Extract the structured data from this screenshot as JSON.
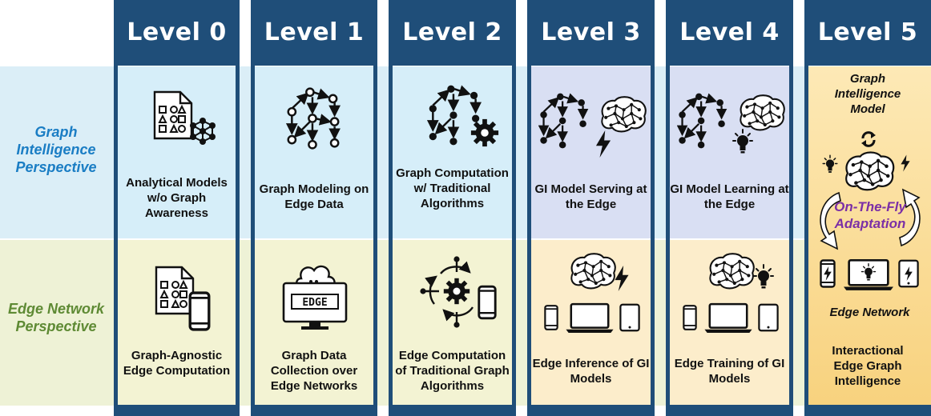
{
  "levels": [
    {
      "title": "Level 0",
      "top_label": "Analytical Models w/o Graph Awareness",
      "bottom_label": "Graph-Agnostic Edge Computation"
    },
    {
      "title": "Level 1",
      "top_label": "Graph Modeling on Edge Data",
      "bottom_label": "Graph Data Collection over Edge Networks",
      "edge_chip_text": "EDGE"
    },
    {
      "title": "Level 2",
      "top_label": "Graph Computation w/ Traditional Algorithms",
      "bottom_label": "Edge Computation of Traditional Graph Algorithms"
    },
    {
      "title": "Level 3",
      "top_label": "GI Model Serving at the Edge",
      "bottom_label": "Edge Inference of GI Models"
    },
    {
      "title": "Level 4",
      "top_label": "GI Model Learning at the Edge",
      "bottom_label": "Edge Training of GI Models"
    },
    {
      "title": "Level 5",
      "gi_model_label": "Graph Intelligence Model",
      "adaptation_label": "On-The-Fly Adaptation",
      "edge_network_label": "Edge Network",
      "bottom_label": "Interactional Edge Graph Intelligence"
    }
  ],
  "perspectives": {
    "graph": "Graph Intelligence Perspective",
    "edge": "Edge Network Perspective"
  },
  "colors": {
    "header": "#1f4e79",
    "graph_perspective": "#1a7dc4",
    "edge_perspective": "#5e8a34",
    "adaptation": "#7b2fa6"
  }
}
